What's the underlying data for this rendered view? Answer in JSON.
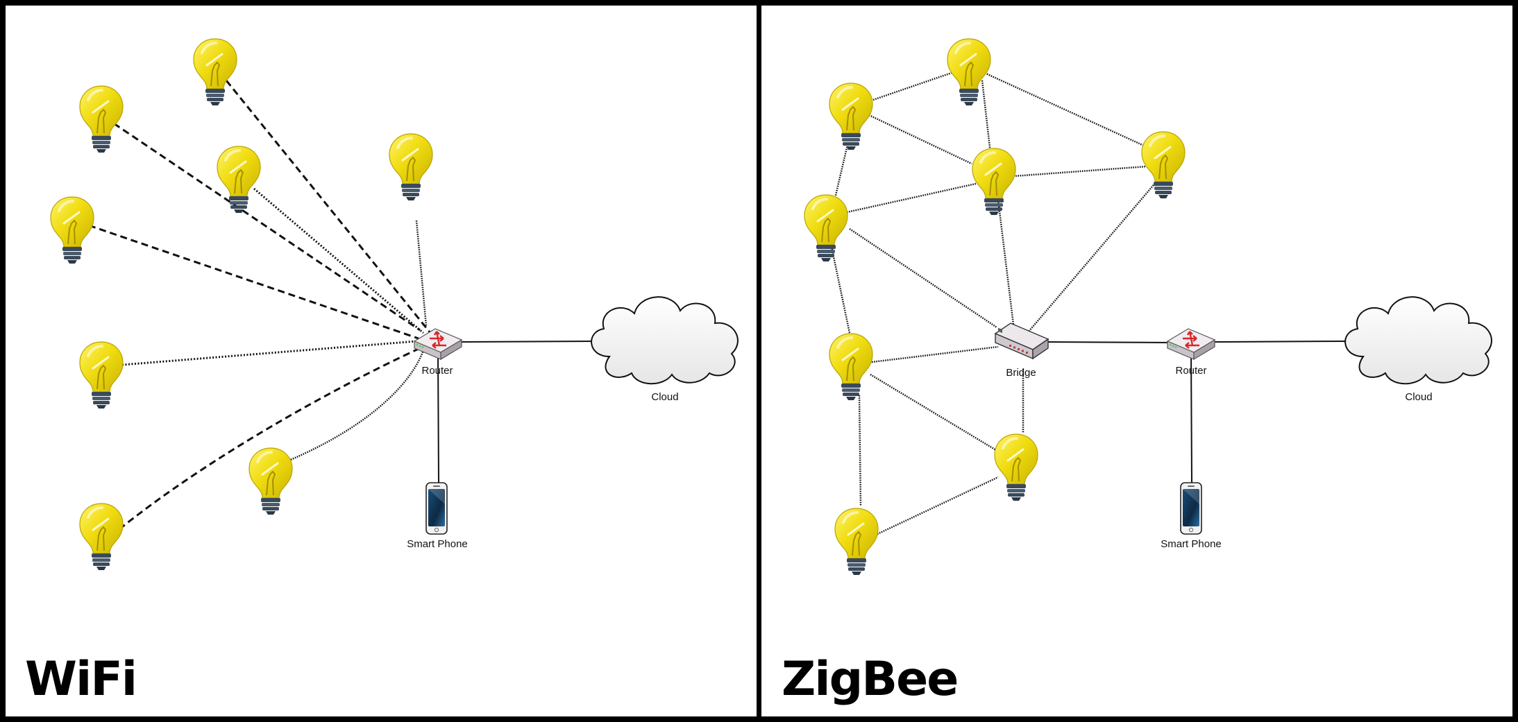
{
  "panels": {
    "wifi": {
      "title": "WiFi"
    },
    "zigbee": {
      "title": "ZigBee"
    }
  },
  "labels": {
    "router": "Router",
    "cloud": "Cloud",
    "smart_phone": "Smart Phone",
    "bridge": "Bridge"
  },
  "colors": {
    "bulb_glass": "#e8d400",
    "bulb_highlight": "#fff36a",
    "bulb_base": "#3b4a5a",
    "border": "#000000",
    "router_body": "#dcd6dc",
    "router_arrows": "#d9262a"
  },
  "icons": {
    "bulb": "light-bulb-icon",
    "router": "router-icon",
    "bridge": "bridge-icon",
    "cloud": "cloud-icon",
    "phone": "smart-phone-icon"
  }
}
